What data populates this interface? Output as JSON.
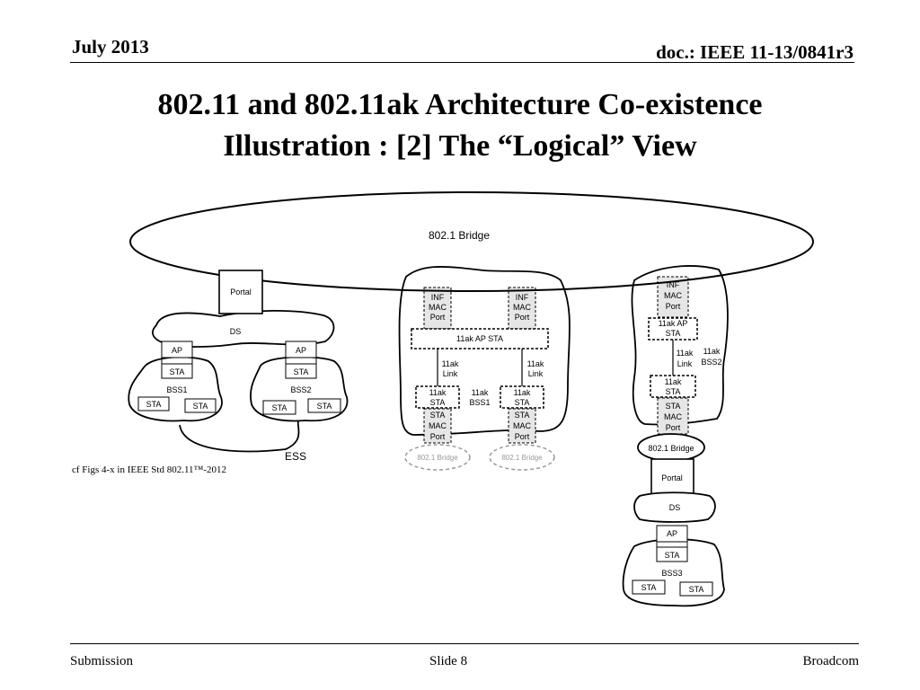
{
  "header": {
    "date": "July 2013",
    "doc": "doc.: IEEE 11-13/0841r3"
  },
  "title": {
    "line1": "802.11 and 802.11ak Architecture Co-existence",
    "line2": "Illustration : [2] The “Logical” View"
  },
  "footer": {
    "left": "Submission",
    "center": "Slide 8",
    "right": "Broadcom"
  },
  "diagram": {
    "bridge_label": "802.1 Bridge",
    "left": {
      "portal": "Portal",
      "ds": "DS",
      "ap": "AP",
      "sta": "STA",
      "bss1": "BSS1",
      "bss2": "BSS2",
      "ess": "ESS",
      "caption": "cf Figs 4-x in IEEE Std 802.11™-2012"
    },
    "middle": {
      "inf": [
        "INF",
        "MAC",
        "Port"
      ],
      "ap_sta": "11ak AP STA",
      "link": [
        "11ak",
        "Link"
      ],
      "sta11ak": [
        "11ak",
        "STA"
      ],
      "sta_mac": [
        "STA",
        "MAC",
        "Port"
      ],
      "bss1": [
        "11ak",
        "BSS1"
      ],
      "bridge": "802.1 Bridge"
    },
    "right": {
      "inf": [
        "INF",
        "MAC",
        "Port"
      ],
      "ap_sta": [
        "11ak AP",
        "STA"
      ],
      "link": [
        "11ak",
        "Link"
      ],
      "bss2": [
        "11ak",
        "BSS2"
      ],
      "sta11ak": [
        "11ak",
        "STA"
      ],
      "sta_mac": [
        "STA",
        "MAC",
        "Port"
      ],
      "bridge": "802.1 Bridge",
      "portal": "Portal",
      "ds": "DS",
      "ap": "AP",
      "sta": "STA",
      "bss3": "BSS3"
    }
  }
}
